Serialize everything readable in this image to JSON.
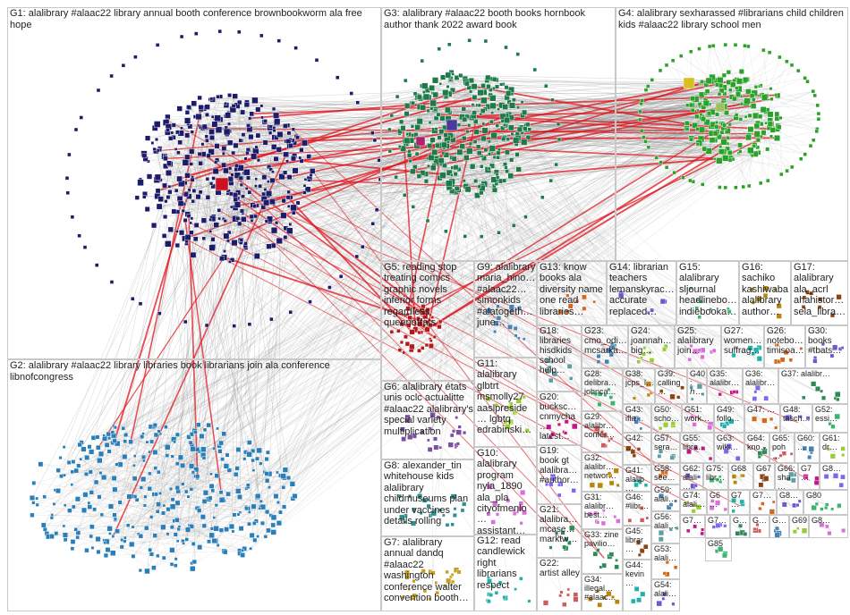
{
  "groups": [
    {
      "id": "G1",
      "label": "G1: alalibrary #alaac22 library annual booth conference brownbookworm ala free hope"
    },
    {
      "id": "G2",
      "label": "G2: alalibrary #alaac22 library libraries book librarians join ala conference libnofcongress"
    },
    {
      "id": "G3",
      "label": "G3: alalibrary #alaac22 booth books hornbook author thank 2022 award book"
    },
    {
      "id": "G4",
      "label": "G4: alalibrary sexharassed #librarians child children kids #alaac22 library school men"
    },
    {
      "id": "G5",
      "label": "G5: reading stop treating comics graphic novels inferior forms regardless queenofrats"
    },
    {
      "id": "G6",
      "label": "G6: alalibrary états unis oclc actualitte #alaac22 alalibrary's special variety multiplication"
    },
    {
      "id": "G7",
      "label": "G7: alalibrary annual dandq #alaac22 washington conference walter convention booth…"
    },
    {
      "id": "G8",
      "label": "G8: alexander_tin whitehouse kids alalibrary childmuseums plan under vaccines details rolling"
    },
    {
      "id": "G9",
      "label": "G9: alalibrary maria_hino… #alaac22… simonkids #alatogeth… june…"
    },
    {
      "id": "G10",
      "label": "G10: alalibrary program nyla_1890 ala_pla cityofmenlo… assistant…"
    },
    {
      "id": "G11",
      "label": "G11: alalibrary glbtrt msmolly27 aaslpreside… lgbtq edrabinski…"
    },
    {
      "id": "G12",
      "label": "G12: read candlewick right librarians respect"
    },
    {
      "id": "G13",
      "label": "G13: know books ala diversity name one read libraries…"
    },
    {
      "id": "G14",
      "label": "G14: librarian teachers lemanskyrac… accurate replaced…"
    },
    {
      "id": "G15",
      "label": "G15: alalibrary sljournal headlinebo… indiebooka…"
    },
    {
      "id": "G16",
      "label": "G16: sachiko kashiwaba alalibrary author…"
    },
    {
      "id": "G17",
      "label": "G17: alalibrary ala_acrl ahahistor… sela_libra…"
    },
    {
      "id": "G18",
      "label": "G18: libraries hisdkids school help…"
    },
    {
      "id": "G19",
      "label": "G19: book gt alalibra… #author…"
    },
    {
      "id": "G20",
      "label": "G20: bucksc… cnmycha… latest…"
    },
    {
      "id": "G21",
      "label": "G21: alalibra… mcase… marktw…"
    },
    {
      "id": "G22",
      "label": "G22: artist alley"
    },
    {
      "id": "G23",
      "label": "G23: cmo_odi… mcsarka…"
    },
    {
      "id": "G24",
      "label": "G24: joannah… big…"
    },
    {
      "id": "G25",
      "label": "G25: alalibrary join…"
    },
    {
      "id": "G26",
      "label": "G26: notebo… timisoa…"
    },
    {
      "id": "G27",
      "label": "G27: women… suffrag…"
    },
    {
      "id": "G28",
      "label": "G28: delibra… johnca…"
    },
    {
      "id": "G29",
      "label": "G29: alalibr… confer…"
    },
    {
      "id": "G30",
      "label": "G30: books #tbats…"
    },
    {
      "id": "G31",
      "label": "G31: alalibr… best…"
    },
    {
      "id": "G32",
      "label": "G32: alalibr… networ…"
    },
    {
      "id": "G33",
      "label": "G33: zine pavilio…"
    },
    {
      "id": "G34",
      "label": "G34: illegal… #alaac…"
    },
    {
      "id": "G35",
      "label": "G35: alalibr…"
    },
    {
      "id": "G36",
      "label": "G36: alalibr…"
    },
    {
      "id": "G37",
      "label": "G37: alalibr…"
    },
    {
      "id": "G38",
      "label": "G38: jcps_l…"
    },
    {
      "id": "G39",
      "label": "G39: calling…"
    },
    {
      "id": "G40",
      "label": "G40: ℎ…"
    },
    {
      "id": "G41",
      "label": "G41: alalib…"
    },
    {
      "id": "G42",
      "label": "G42: …"
    },
    {
      "id": "G43",
      "label": "G43: ifla…"
    },
    {
      "id": "G44",
      "label": "G44: kevin…"
    },
    {
      "id": "G45",
      "label": "G45: librar…"
    },
    {
      "id": "G46",
      "label": "G46: #libr…"
    },
    {
      "id": "G47",
      "label": "G47: …"
    },
    {
      "id": "G48",
      "label": "G48: tasch…"
    },
    {
      "id": "G49",
      "label": "G49: follo…"
    },
    {
      "id": "G50",
      "label": "G50: scho…"
    },
    {
      "id": "G51",
      "label": "G51: work…"
    },
    {
      "id": "G52",
      "label": "G52: essi…"
    },
    {
      "id": "G53",
      "label": "G53: alali…"
    },
    {
      "id": "G54",
      "label": "G54: alali…"
    },
    {
      "id": "G55",
      "label": "G55: libra…"
    },
    {
      "id": "G56",
      "label": "G56: alali…"
    },
    {
      "id": "G57",
      "label": "G57: sera…"
    },
    {
      "id": "G58",
      "label": "G58: see…"
    },
    {
      "id": "G59",
      "label": "G59: alali…"
    },
    {
      "id": "G60",
      "label": "G60: …"
    },
    {
      "id": "G61",
      "label": "G61: dr…"
    },
    {
      "id": "G62",
      "label": "G62: alali…"
    },
    {
      "id": "G63",
      "label": "G63: wiki…"
    },
    {
      "id": "G64",
      "label": "G64: kno…"
    },
    {
      "id": "G65",
      "label": "G65: poh…"
    },
    {
      "id": "G66",
      "label": "G66: sha…"
    },
    {
      "id": "G67",
      "label": "G67"
    },
    {
      "id": "G68",
      "label": "G68"
    },
    {
      "id": "G69",
      "label": "G69"
    },
    {
      "id": "G70",
      "label": "G7…"
    },
    {
      "id": "G71",
      "label": "G7…"
    },
    {
      "id": "G72",
      "label": "G7…"
    },
    {
      "id": "G73",
      "label": "G7…"
    },
    {
      "id": "G74",
      "label": "G74: alali…"
    },
    {
      "id": "G75",
      "label": "G75: libr…"
    },
    {
      "id": "G76",
      "label": "G6…"
    },
    {
      "id": "G77",
      "label": "G7…"
    },
    {
      "id": "G78",
      "label": "G8…"
    },
    {
      "id": "G79",
      "label": "G8…"
    },
    {
      "id": "G80",
      "label": "G80"
    },
    {
      "id": "G85",
      "label": "G85"
    },
    {
      "id": "G86",
      "label": "G8…"
    },
    {
      "id": "G87",
      "label": "G…"
    },
    {
      "id": "G88",
      "label": "G…"
    },
    {
      "id": "G89",
      "label": "G…"
    }
  ],
  "colors": {
    "background": "#ffffff",
    "box_border": "#c8c8c8",
    "edge": "#8a8a8a",
    "strong_edge": "#e0141e",
    "g1_node": "#1c1c6a",
    "g2_node": "#2a7fb8",
    "g3_node": "#1f7a4a",
    "g4_node": "#2aa12a",
    "g5_node": "#b01c1c",
    "g6_node": "#7a4fa0",
    "g7_node": "#c8a020",
    "g8_node": "#2f9090",
    "small_node_palette": [
      "#7b68ee",
      "#2e8b57",
      "#cd5c5c",
      "#4682b4",
      "#9acd32",
      "#da70d6",
      "#20b2aa",
      "#d2691e",
      "#6a5acd",
      "#3cb371",
      "#b8860b",
      "#8b4513",
      "#5f9ea0",
      "#c71585"
    ]
  }
}
